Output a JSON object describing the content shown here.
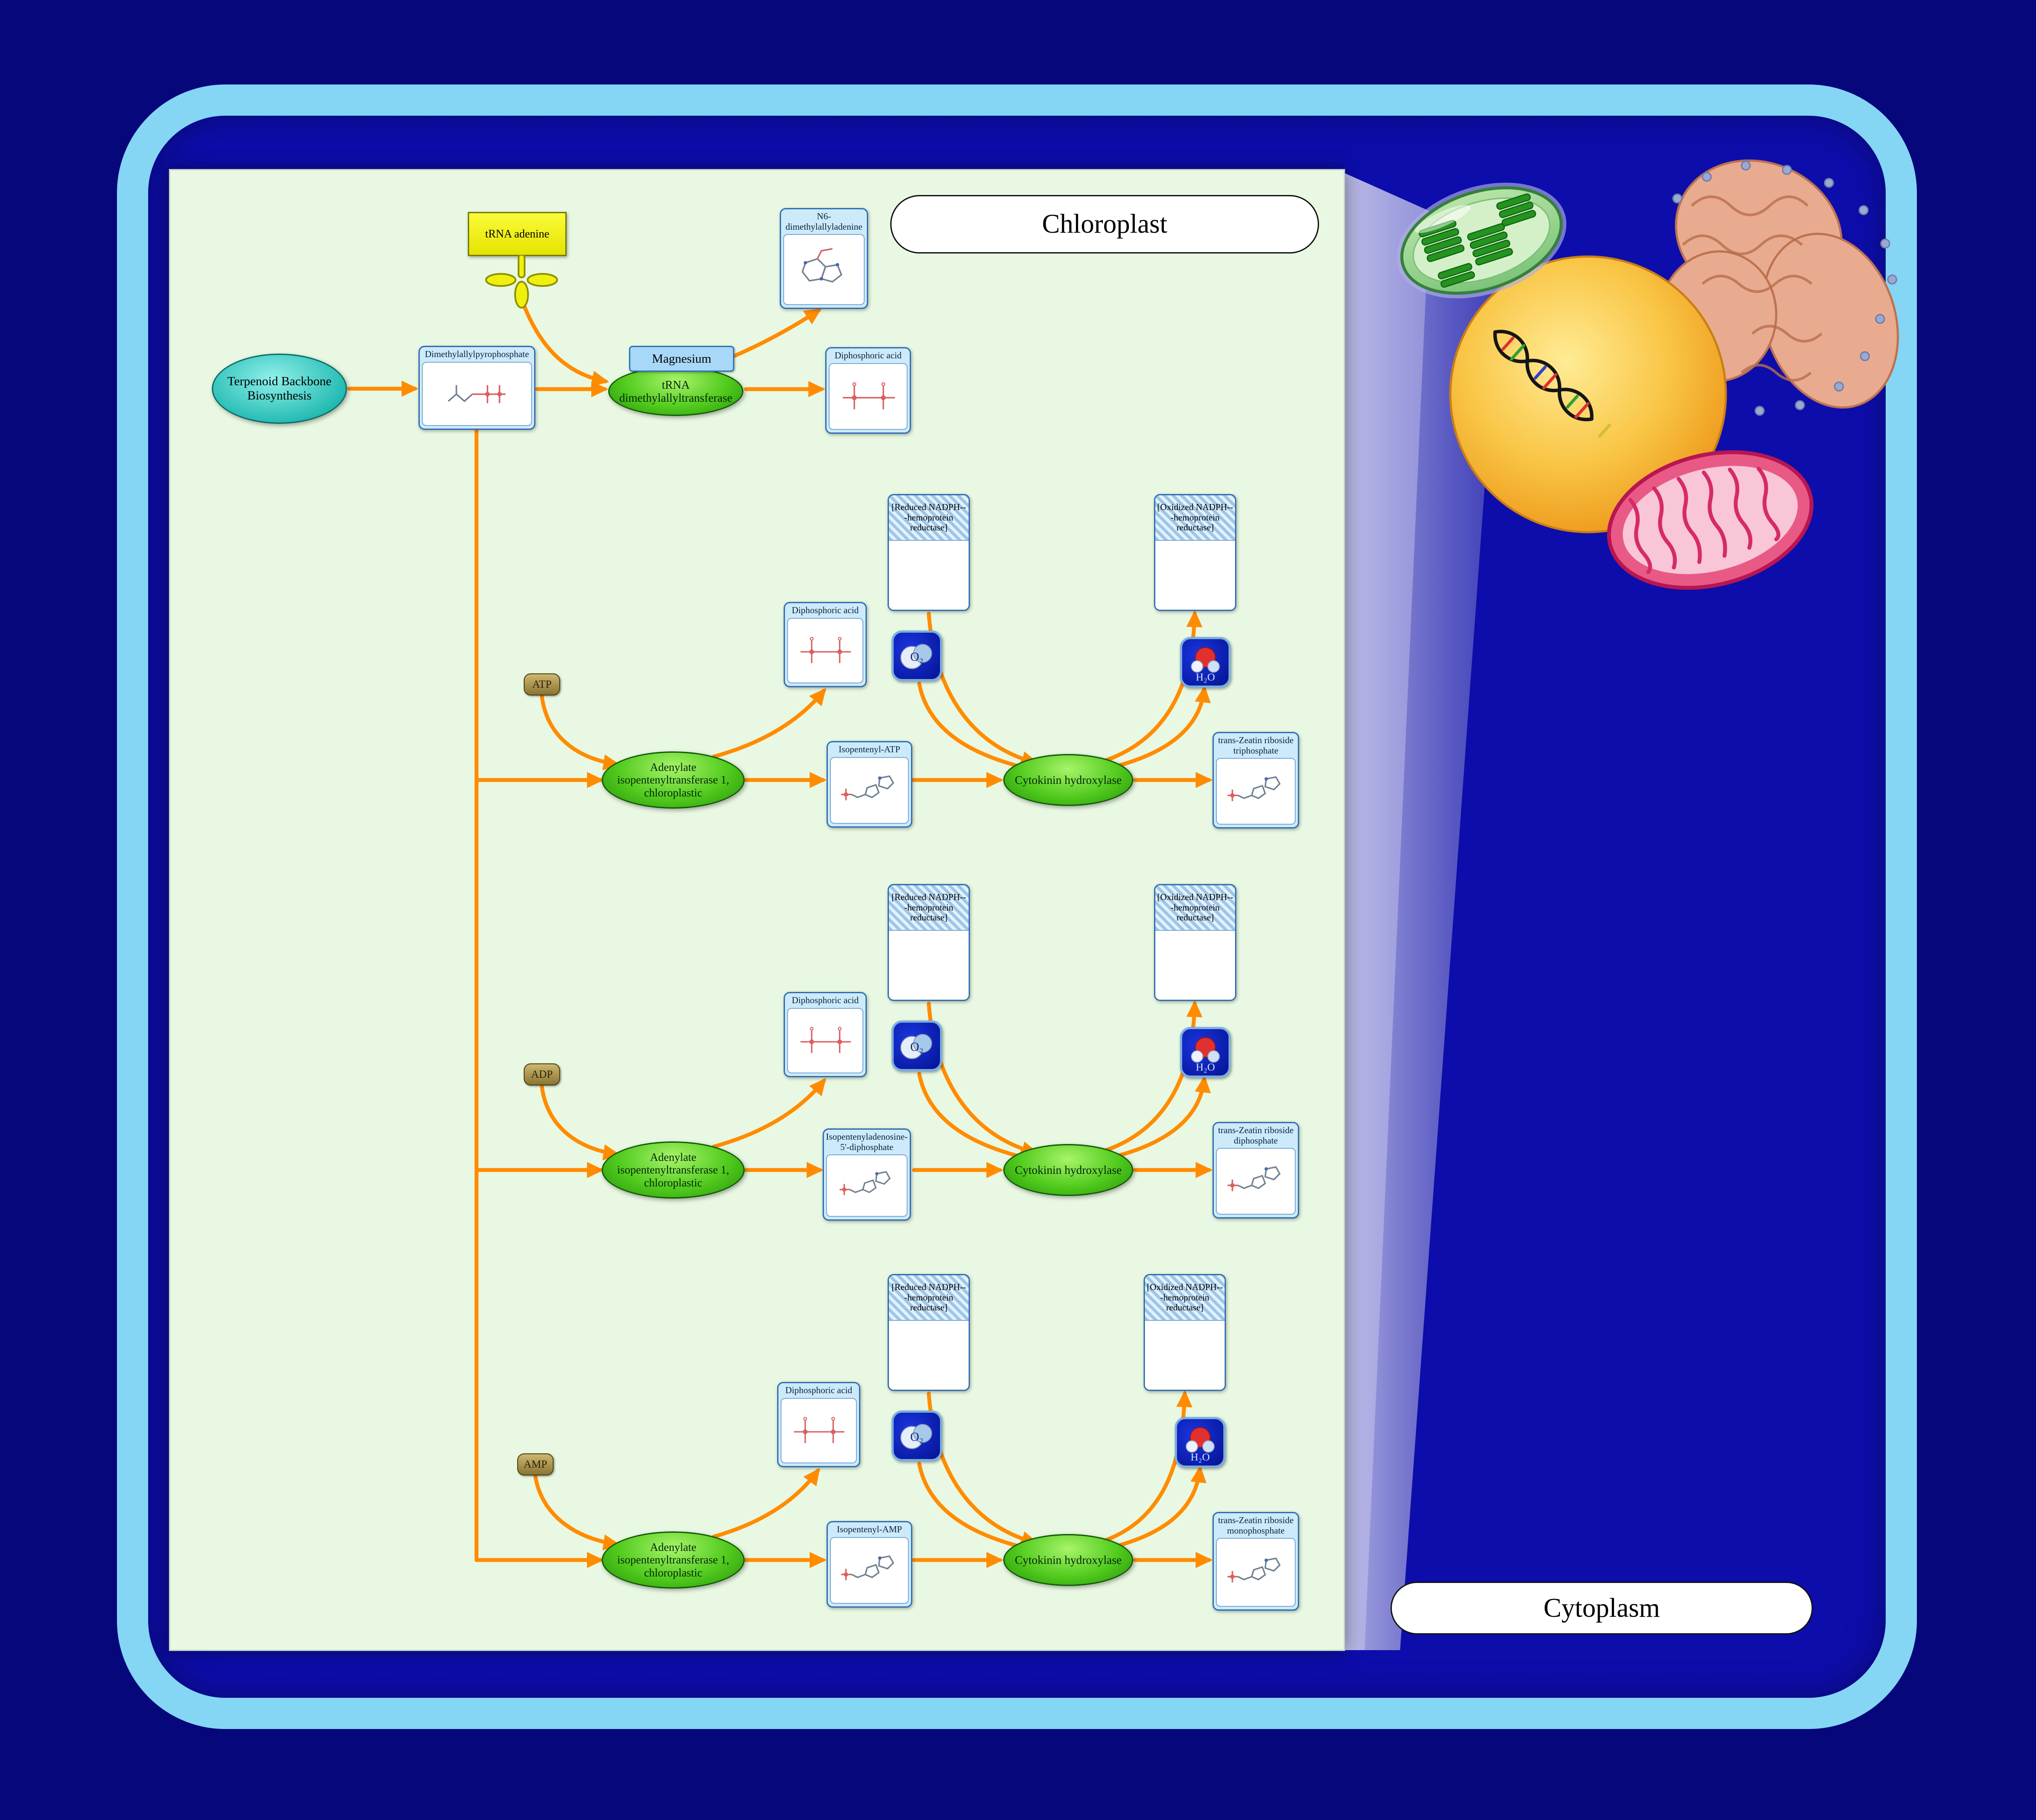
{
  "scene": {
    "chloroplast_label": "Chloroplast",
    "cytoplasm_label": "Cytoplasm"
  },
  "pathway": {
    "trna_adenine": "tRNA adenine",
    "source_pathway": "Terpenoid Backbone Biosynthesis",
    "dmapp": "Dimethylallylpyrophosphate",
    "magnesium": "Magnesium",
    "trna_enzyme": "tRNA dimethylallyltransferase",
    "n6_product": "N6-dimethylallyladenine",
    "diphosphoric_acid": "Diphosphoric acid",
    "rows": [
      {
        "cofactor": "ATP",
        "enzyme": "Adenylate isopentenyltransferase 1, chloroplastic",
        "byproduct": "Diphosphoric acid",
        "intermediate": "Isopentenyl-ATP",
        "reduced_cofactor": "[Reduced NADPH---hemoprotein reductase]",
        "o2": "O₂",
        "hydroxylase": "Cytokinin hydroxylase",
        "oxidized_cofactor": "[Oxidized NADPH---hemoprotein reductase]",
        "h2o": "H₂O",
        "product": "trans-Zeatin riboside triphosphate"
      },
      {
        "cofactor": "ADP",
        "enzyme": "Adenylate isopentenyltransferase 1, chloroplastic",
        "byproduct": "Diphosphoric acid",
        "intermediate": "Isopentenyladenosine-5'-diphosphate",
        "reduced_cofactor": "[Reduced NADPH---hemoprotein reductase]",
        "o2": "O₂",
        "hydroxylase": "Cytokinin hydroxylase",
        "oxidized_cofactor": "[Oxidized NADPH---hemoprotein reductase]",
        "h2o": "H₂O",
        "product": "trans-Zeatin riboside diphosphate"
      },
      {
        "cofactor": "AMP",
        "enzyme": "Adenylate isopentenyltransferase 1, chloroplastic",
        "byproduct": "Diphosphoric acid",
        "intermediate": "Isopentenyl-AMP",
        "reduced_cofactor": "[Reduced NADPH---hemoprotein reductase]",
        "o2": "O₂",
        "hydroxylase": "Cytokinin hydroxylase",
        "oxidized_cofactor": "[Oxidized NADPH---hemoprotein reductase]",
        "h2o": "H₂O",
        "product": "trans-Zeatin riboside monophosphate"
      }
    ]
  },
  "colors": {
    "arrow": "#ff8c00",
    "membrane": "#84d6f4",
    "panel": "#e9f8e2",
    "enzyme_green": "#3fae12",
    "compound_border": "#2f6fb2",
    "background": "#07077c"
  }
}
